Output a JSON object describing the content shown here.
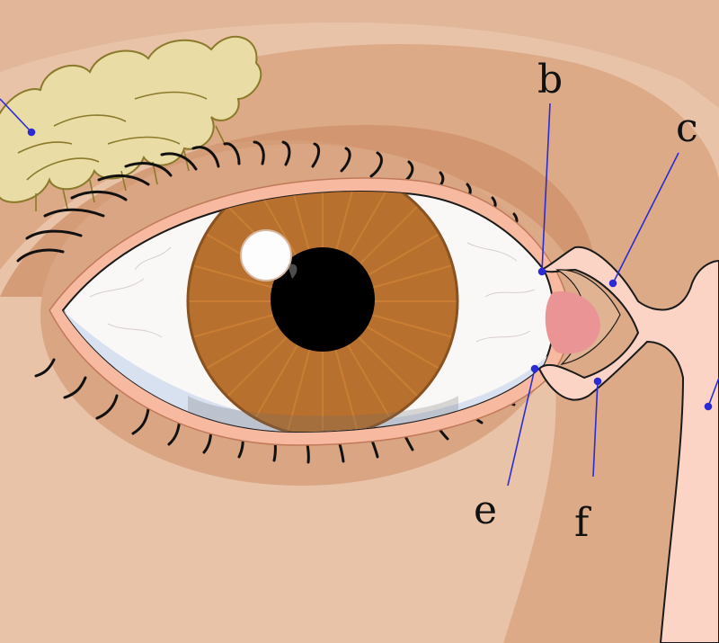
{
  "labels": {
    "b": "b",
    "c": "c",
    "e": "e",
    "f": "f"
  },
  "colors": {
    "skin_light": "#e8c3a8",
    "skin_mid": "#dcaa87",
    "skin_dark": "#cf8f68",
    "gland": "#e9dca5",
    "gland_outline": "#8a7a2a",
    "iris": "#b7702e",
    "pupil": "#000000",
    "sclera": "#faf8f6",
    "duct_fill": "#fbd4c5",
    "caruncle": "#eb9495",
    "leader": "#2b2bd6"
  }
}
